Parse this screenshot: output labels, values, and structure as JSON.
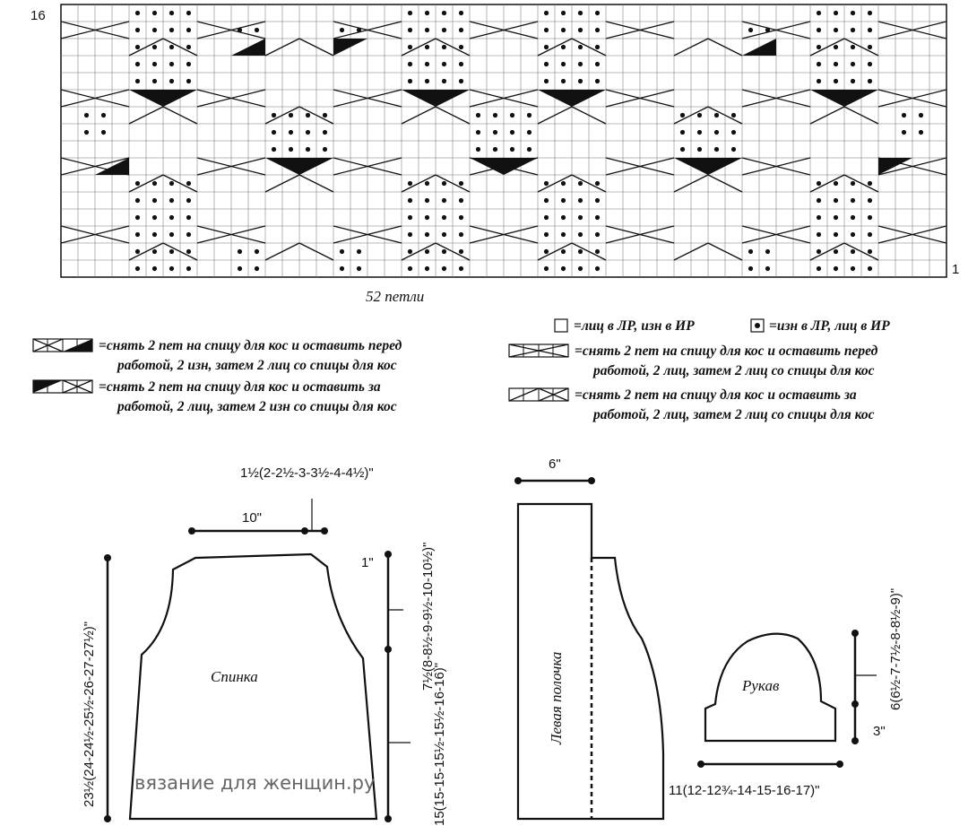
{
  "chart": {
    "row_top": "16",
    "row_bottom": "1",
    "stitch_count": "52 петли"
  },
  "legend": {
    "knit": "=лиц в ЛР, изн в ИР",
    "purl": "=изн в ЛР, лиц в ИР",
    "cable_a_line1": "=снять 2 пет на спицу для кос и оставить перед",
    "cable_a_line2": "работой, 2 изн, затем 2 лиц со спицы для кос",
    "cable_b_line1": "=снять 2 пет на спицу для кос и оставить за",
    "cable_b_line2": "работой, 2 лиц, затем 2 изн со спицы для кос",
    "cable_c_line1": "=снять 2 пет на спицу для кос и оставить перед",
    "cable_c_line2": "работой, 2 лиц, затем 2 лиц со спицы для кос",
    "cable_d_line1": "=снять 2 пет на спицу для кос и оставить за",
    "cable_d_line2": "работой, 2 лиц, затем 2 лиц со спицы для кос"
  },
  "schematics": {
    "back_label": "Спинка",
    "front_label": "Левая полочка",
    "sleeve_label": "Рукав",
    "back_width": "10\"",
    "shoulder": "1½(2-2½-3-3½-4-4½)\"",
    "back_length": "23½(24-24½-25½-26-27-27½)\"",
    "shoulder_drop": "1\"",
    "armhole": "7½(8-8½-9-9½-10-10½)\"",
    "side_length": "15(15-15-15½-15½-16-16)\"",
    "front_width": "6\"",
    "sleeve_cap": "6(6½-7-7½-8-8½-9)\"",
    "sleeve_cuff": "3\"",
    "sleeve_width": "11(12-12¾-14-15-16-17)\""
  },
  "watermark": "вязание для женщин.ру"
}
